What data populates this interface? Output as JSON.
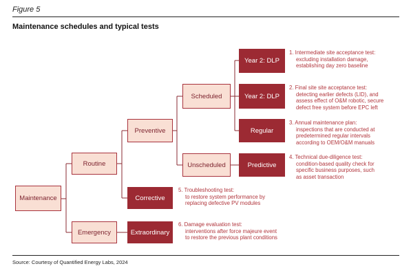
{
  "figure_label": "Figure 5",
  "title": "Maintenance schedules and typical tests",
  "source": "Source: Courtesy of Quantified Energy Labs, 2024",
  "colors": {
    "accent": "#9c2a33",
    "light_fill": "#f9dfd4",
    "note_text": "#b1353c",
    "line": "#8a2a30"
  },
  "nodes": {
    "maintenance": "Maintenance",
    "routine": "Routine",
    "emergency": "Emergency",
    "preventive": "Preventive",
    "corrective": "Corrective",
    "extraordinary": "Extraordinary",
    "scheduled": "Scheduled",
    "unscheduled": "Unscheduled",
    "year2_dlp_a": "Year 2: DLP",
    "year2_dlp_b": "Year 2: DLP",
    "regular": "Regular",
    "predictive": "Predictive"
  },
  "tests": [
    {
      "head": "1. Intermediate site acceptance test:",
      "desc": "excluding installation damage,\nestablishing day zero baseline"
    },
    {
      "head": "2. Final site site acceptance test:",
      "desc": "detecting earlier defects (LID), and\nassess effect of O&M robotic, secure\ndefect free system before EPC left"
    },
    {
      "head": "3. Annual maintenance plan:",
      "desc": "inspections that are conducted at\npredetermined regular intervals\naccording to OEM/O&M manuals"
    },
    {
      "head": "4. Technical due-diligence test:",
      "desc": "condition-based quality check for\nspecific business purposes, such\nas asset transaction"
    },
    {
      "head": "5. Troubleshooting test:",
      "desc": "to restore system performance by\nreplacing defective PV modules"
    },
    {
      "head": "6. Damage evaluation test:",
      "desc": "interventions after force majeure event\nto restore the previous plant conditions"
    }
  ]
}
